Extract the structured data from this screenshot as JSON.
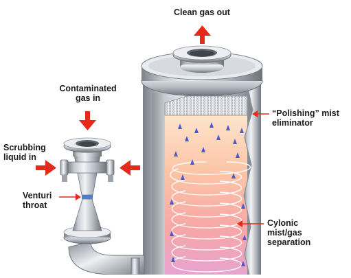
{
  "labels": {
    "clean_gas_out": "Clean gas out",
    "contaminated_gas_in": [
      "Contaminated",
      "gas in"
    ],
    "scrubbing_liquid_in": [
      "Scrubbing",
      "liquid in"
    ],
    "venturi_throat": [
      "Venturi",
      "throat"
    ],
    "polishing_mist_eliminator": [
      "“Polishing” mist",
      "eliminator"
    ],
    "cyclonic_separation": [
      "Cylonic",
      "mist/gas",
      "separation"
    ]
  },
  "colors": {
    "arrow_red": "#e52a1c",
    "steel_light": "#e4e7eb",
    "steel_mid": "#b3b8c0",
    "steel_dark": "#6d737c",
    "interior_top": "#fde2c9",
    "interior_mid": "#fbb39a",
    "interior_bottom": "#e7a3d0",
    "droplet_blue": "#4a58c9",
    "venturi_ring": "#4a7fd4",
    "text": "#1a1a1a"
  }
}
